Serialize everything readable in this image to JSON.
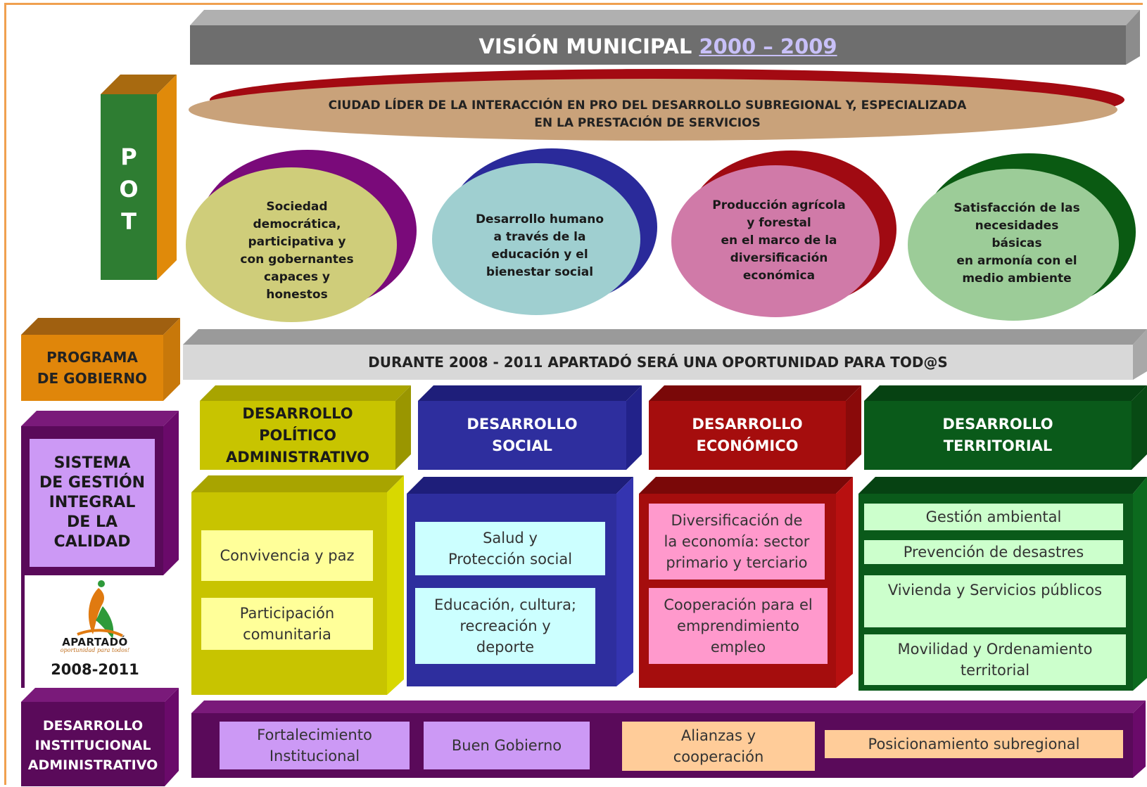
{
  "title": {
    "prefix": "VISIÓN MUNICIPAL ",
    "years": "2000 – 2009"
  },
  "vision_statement": "CIUDAD LÍDER DE LA INTERACCIÓN EN PRO DEL DESARROLLO SUBREGIONAL Y, ESPECIALIZADA\nEN LA PRESTACIÓN DE SERVICIOS",
  "pot": {
    "letters": [
      "P",
      "O",
      "T"
    ]
  },
  "pillars": [
    {
      "text": "Sociedad\ndemocrática,\nparticipativa y\ncon gobernantes\ncapaces y\nhonestos",
      "fill": "#cfcd7a",
      "ring": "#7a0a7a"
    },
    {
      "text": "Desarrollo humano\na través de la\neducación y el\nbienestar social",
      "fill": "#9fcfd0",
      "ring": "#2a2a9a"
    },
    {
      "text": "Producción agrícola\ny  forestal\nen el marco de la\ndiversificación\neconómica",
      "fill": "#d07aa8",
      "ring": "#a00a12"
    },
    {
      "text": "Satisfacción de las\nnecesidades\nbásicas\nen armonía con el\nmedio ambiente",
      "fill": "#9ccc98",
      "ring": "#0a5a12"
    }
  ],
  "programa_gobierno": {
    "label": "PROGRAMA\nDE GOBIERNO",
    "statement": "DURANTE 2008 - 2011 APARTADÓ SERÁ UNA OPORTUNIDAD PARA TOD@S"
  },
  "sistema": {
    "label": "SISTEMA\nDE GESTIÓN\nINTEGRAL\nDE LA\nCALIDAD"
  },
  "logo": {
    "text": "APARTADÓ",
    "slogan": "oportunidad para todos!",
    "years": "2008-2011"
  },
  "dimensions": [
    {
      "title": "DESARROLLO\nPOLÍTICO\nADMINISTRATIVO",
      "items": [
        "Convivencia y paz",
        "Participación\ncomunitaria"
      ]
    },
    {
      "title": "DESARROLLO\nSOCIAL",
      "items": [
        "Salud y\nProtección social",
        "Educación, cultura;\nrecreación y\ndeporte"
      ]
    },
    {
      "title": "DESARROLLO\nECONÓMICO",
      "items": [
        "Diversificación de\nla economía: sector\nprimario y terciario",
        "Cooperación para el\nemprendimiento\nempleo"
      ]
    },
    {
      "title": "DESARROLLO\nTERRITORIAL",
      "items": [
        "Gestión ambiental",
        "Prevención de desastres",
        "Vivienda y Servicios públicos",
        "Movilidad y Ordenamiento\nterritorial"
      ]
    }
  ],
  "institucional": {
    "label": "DESARROLLO\nINSTITUCIONAL\nADMINISTRATIVO",
    "items": [
      "Fortalecimiento\nInstitucional",
      "Buen Gobierno",
      "Alianzas y\ncooperación",
      "Posicionamiento subregional"
    ]
  },
  "colors": {
    "orange": "#e0860a",
    "green": "#2e7d32",
    "purple": "#5a0a5a",
    "lavender": "#cc99f5",
    "olive": "#c8c400",
    "blue": "#2e2e9e",
    "red": "#a50d0d",
    "dkgreen": "#0a5a1a",
    "gray": "#6e6e6e",
    "lightgray": "#d8d8d8"
  }
}
